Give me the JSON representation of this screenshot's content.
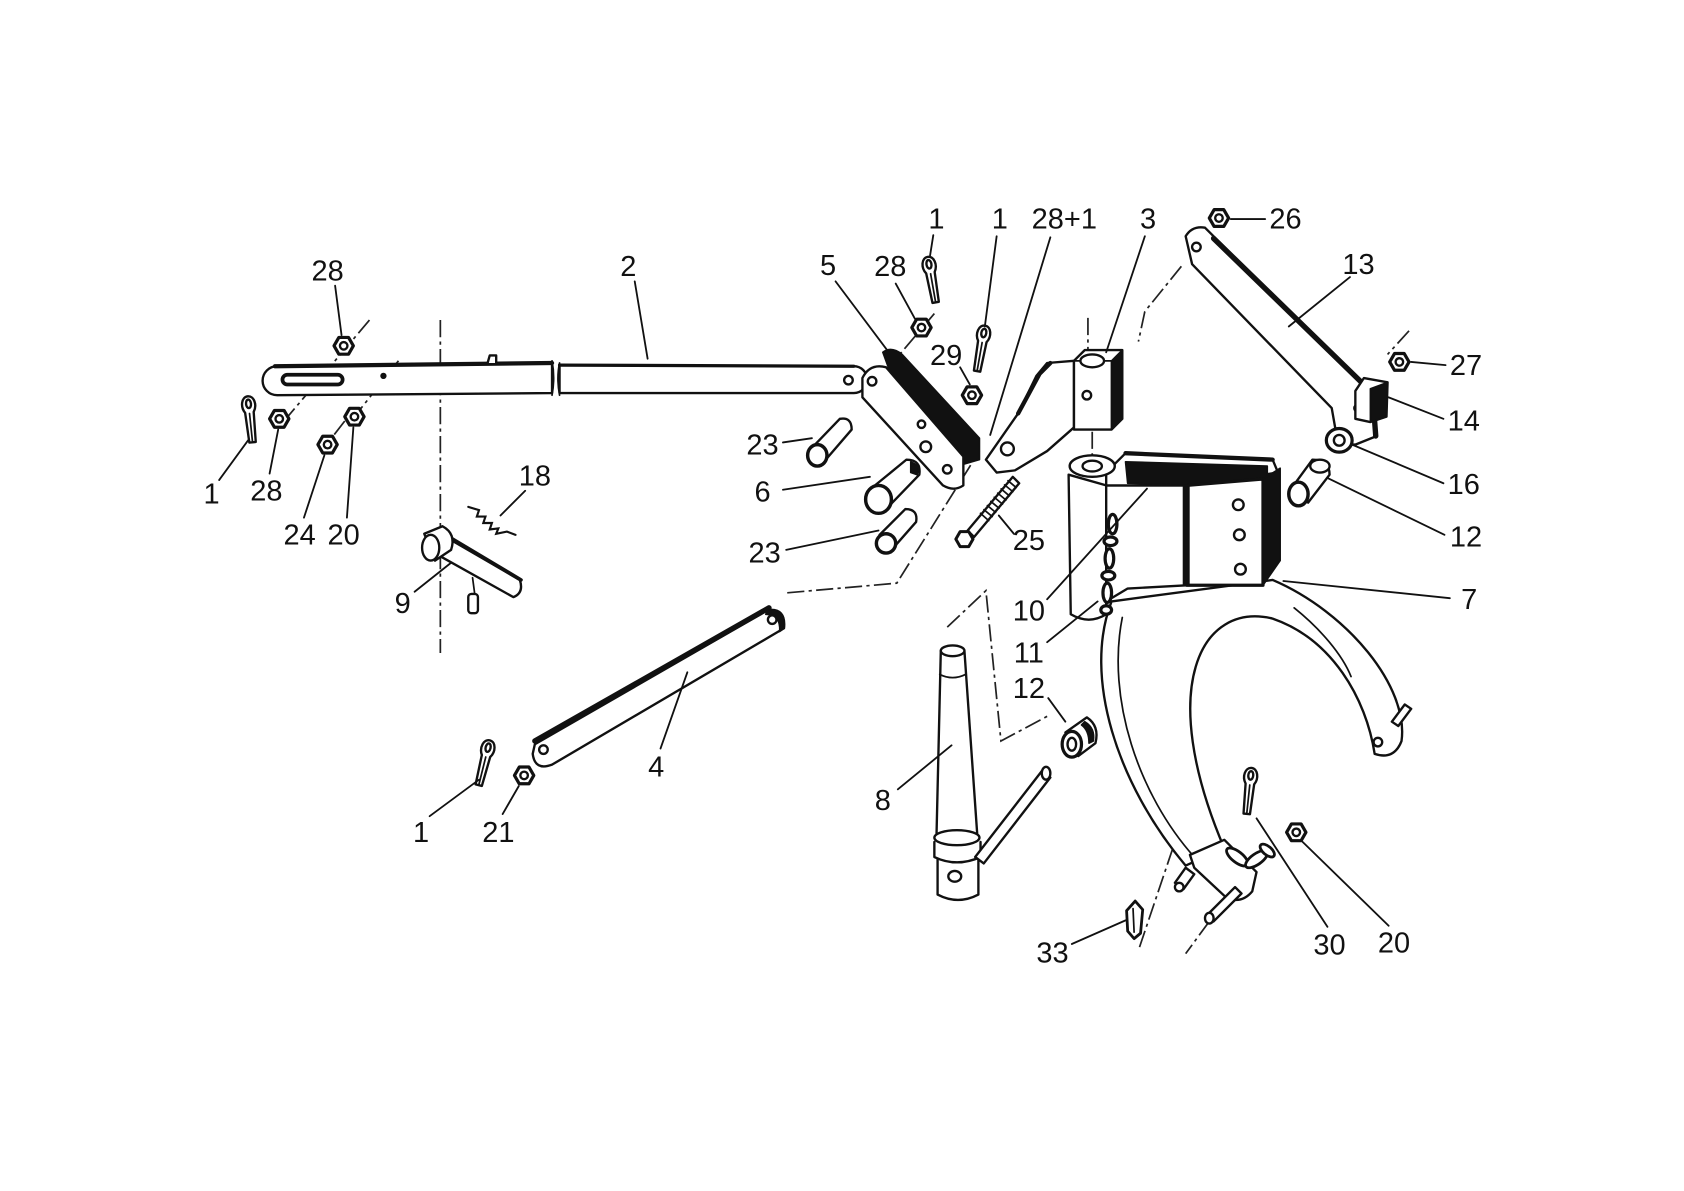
{
  "colors": {
    "ink": "#111111",
    "paper": "#ffffff"
  },
  "diagram": {
    "callouts": [
      "28",
      "2",
      "5",
      "28",
      "1",
      "1",
      "28+1",
      "3",
      "26",
      "13",
      "27",
      "14",
      "16",
      "12",
      "7",
      "1",
      "28",
      "24",
      "20",
      "18",
      "9",
      "23",
      "6",
      "23",
      "29",
      "25",
      "10",
      "11",
      "12",
      "8",
      "4",
      "1",
      "21",
      "33",
      "30",
      "20"
    ]
  }
}
